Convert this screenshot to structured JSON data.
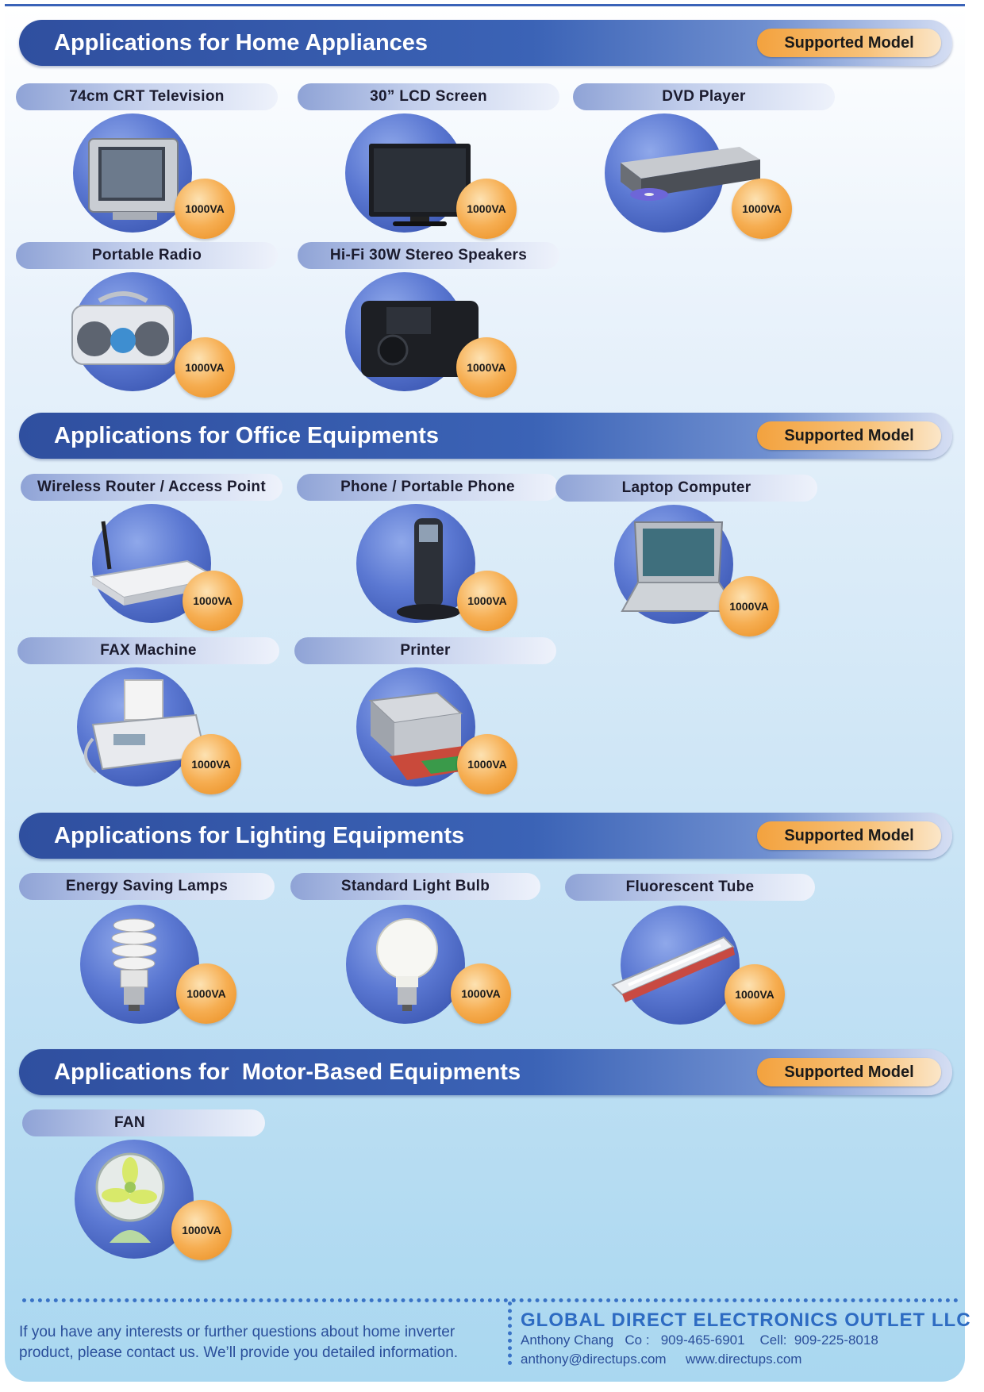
{
  "sections": [
    {
      "title": "Applications for Home Appliances",
      "model_label": "Supported Model",
      "items": [
        {
          "label": "74cm CRT Television",
          "rating": "1000VA",
          "icon": "crt-tv-icon"
        },
        {
          "label": "30” LCD Screen",
          "rating": "1000VA",
          "icon": "lcd-monitor-icon"
        },
        {
          "label": "DVD Player",
          "rating": "1000VA",
          "icon": "dvd-player-icon"
        },
        {
          "label": "Portable Radio",
          "rating": "1000VA",
          "icon": "boombox-icon"
        },
        {
          "label": "Hi-Fi 30W Stereo Speakers",
          "rating": "1000VA",
          "icon": "speaker-icon"
        }
      ]
    },
    {
      "title": "Applications for Office Equipments",
      "model_label": "Supported Model",
      "items": [
        {
          "label": "Wireless Router / Access Point",
          "rating": "1000VA",
          "icon": "router-icon"
        },
        {
          "label": "Phone / Portable Phone",
          "rating": "1000VA",
          "icon": "cordless-phone-icon"
        },
        {
          "label": "Laptop Computer",
          "rating": "1000VA",
          "icon": "laptop-icon"
        },
        {
          "label": "FAX Machine",
          "rating": "1000VA",
          "icon": "fax-machine-icon"
        },
        {
          "label": "Printer",
          "rating": "1000VA",
          "icon": "printer-icon"
        }
      ]
    },
    {
      "title": "Applications for Lighting Equipments",
      "model_label": "Supported Model",
      "items": [
        {
          "label": "Energy Saving Lamps",
          "rating": "1000VA",
          "icon": "cfl-lamp-icon"
        },
        {
          "label": "Standard Light Bulb",
          "rating": "1000VA",
          "icon": "light-bulb-icon"
        },
        {
          "label": "Fluorescent Tube",
          "rating": "1000VA",
          "icon": "fluorescent-tube-icon"
        }
      ]
    },
    {
      "title": "Applications for  Motor-Based Equipments",
      "model_label": "Supported Model",
      "items": [
        {
          "label": "FAN",
          "rating": "1000VA",
          "icon": "fan-icon"
        }
      ]
    }
  ],
  "footer": {
    "message_line1": "If you have any interests or further questions about home inverter",
    "message_line2": "product, please contact us. We’ll provide you detailed information.",
    "company": "GLOBAL DIRECT ELECTRONICS OUTLET LLC",
    "contact_line": "Anthony Chang   Co :   909-465-6901    Cell:  909-225-8018",
    "email": "anthony@directups.com",
    "website": "www.directups.com"
  },
  "colors": {
    "header_blue": "#3b63b6",
    "badge_orange": "#f6ae52",
    "footer_text": "#2a4e9a"
  }
}
